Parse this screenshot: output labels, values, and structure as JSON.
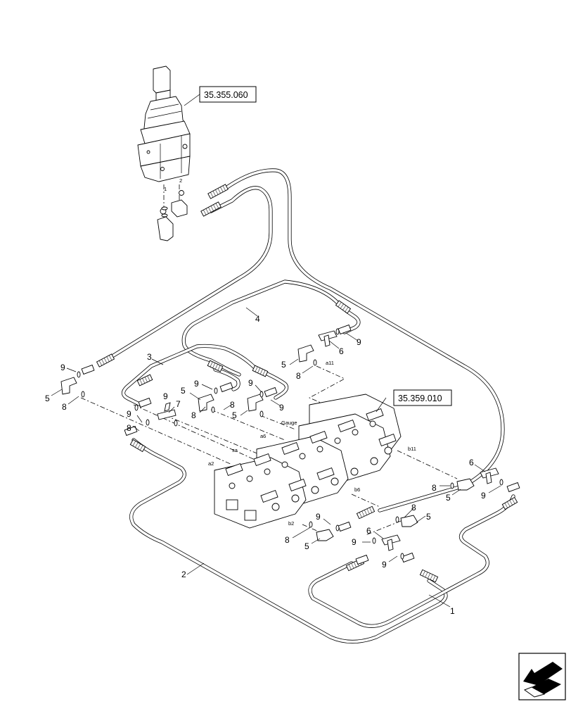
{
  "references": {
    "joystick_ref": "35.355.060",
    "valve_ref": "35.359.010"
  },
  "callouts": {
    "n1": "1",
    "n2": "2",
    "n3": "3",
    "n4": "4",
    "n5": "5",
    "n6": "6",
    "n7": "7",
    "n8": "8",
    "n9": "9"
  },
  "ports": {
    "j1": "1",
    "j2": "2",
    "a11": "a11",
    "gauge": "Gauge",
    "a6": "a6",
    "sa": "sa",
    "a2": "a2",
    "b11": "b11",
    "b6": "b6",
    "b2": "b2"
  },
  "icons": [
    "joystick-icon",
    "valve-block-icon",
    "navigation-arrow-icon"
  ]
}
